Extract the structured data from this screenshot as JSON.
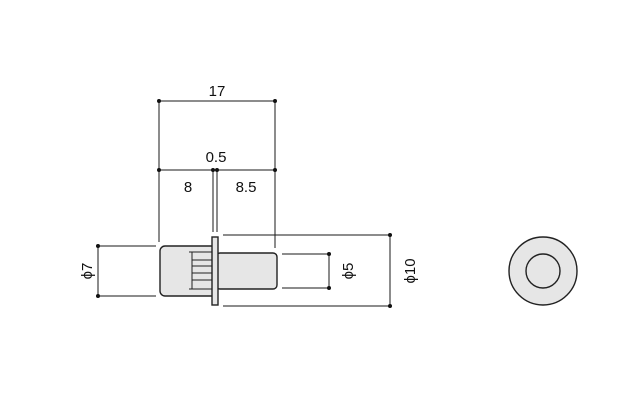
{
  "dimensions": {
    "overall_length": "17",
    "flange_thickness": "0.5",
    "head_length": "8",
    "shank_length": "8.5",
    "head_diameter": "ϕ7",
    "shank_diameter": "ϕ5",
    "flange_diameter": "ϕ10"
  },
  "colors": {
    "part_fill": "#e6e6e6",
    "line": "#1a1a1a",
    "end_view_outer": "#e6e6e6",
    "end_view_inner": "#ffffff"
  }
}
